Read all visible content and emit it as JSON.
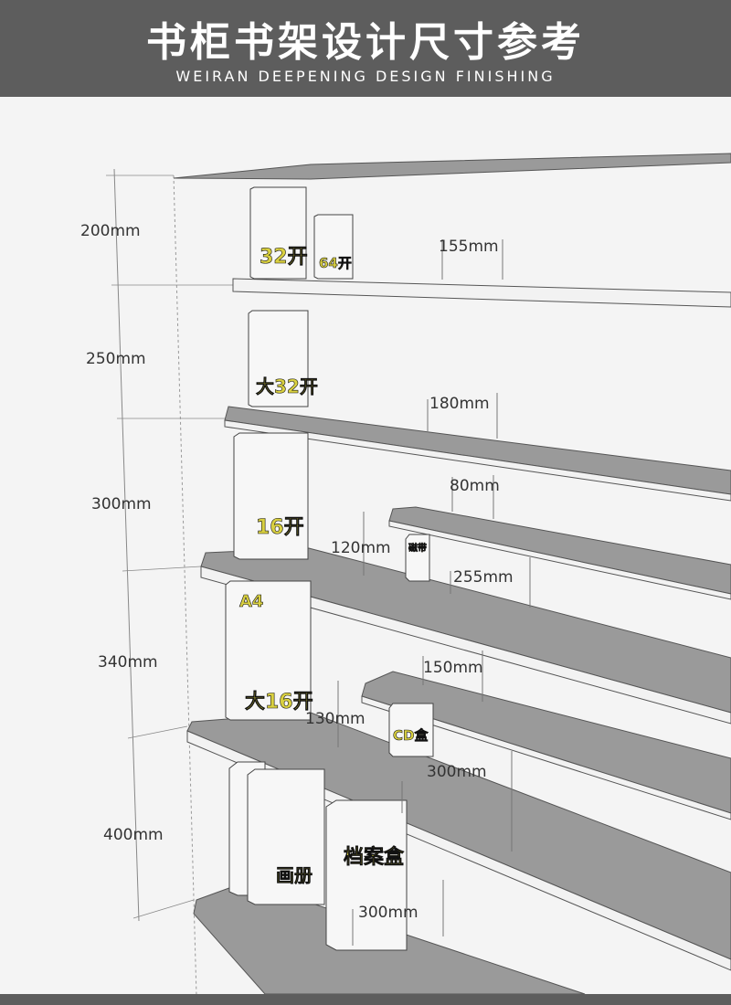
{
  "header": {
    "title": "书柜书架设计尺寸参考",
    "subtitle": "WEIRAN DEEPENING DESIGN FINISHING"
  },
  "heights": [
    "200mm",
    "250mm",
    "300mm",
    "340mm",
    "400mm"
  ],
  "depths": [
    "155mm",
    "180mm",
    "80mm",
    "255mm",
    "120mm",
    "150mm",
    "130mm",
    "300mm",
    "300mm"
  ],
  "books": [
    "32开",
    "64开",
    "大32开",
    "16开",
    "A4",
    "大16开",
    "画册",
    "档案盒",
    "磁带",
    "CD盒"
  ],
  "colors": {
    "banner": "#5d5d5d",
    "shelf_top": "#9a9a9a",
    "shelf_front": "#f2f2f2",
    "book_label": "#d9d040"
  }
}
